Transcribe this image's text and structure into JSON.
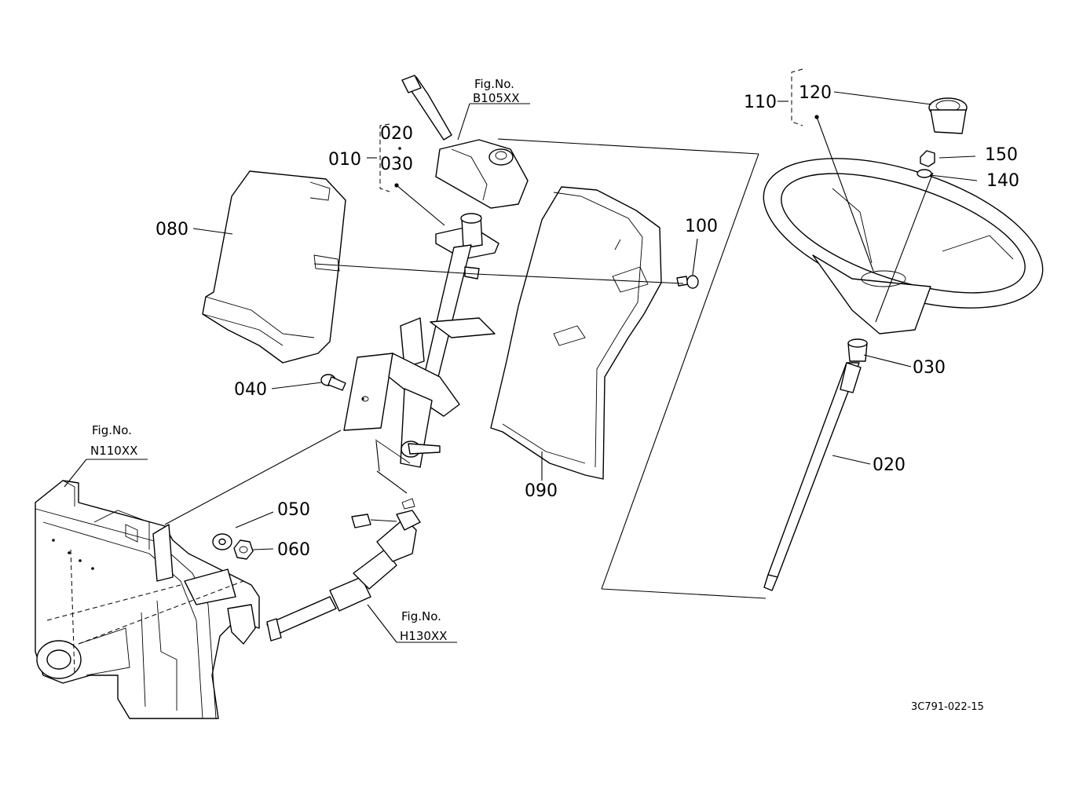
{
  "callouts": {
    "c010": "010",
    "c020a": "020",
    "c030a": "030",
    "c040": "040",
    "c050": "050",
    "c060": "060",
    "c080": "080",
    "c090": "090",
    "c100": "100",
    "c110": "110",
    "c120": "120",
    "c140": "140",
    "c150": "150",
    "c030b": "030",
    "c020b": "020"
  },
  "references": {
    "b105": {
      "label": "Fig.No.",
      "code": "B105XX"
    },
    "n110": {
      "label": "Fig.No.",
      "code": "N110XX"
    },
    "h130": {
      "label": "Fig.No.",
      "code": "H130XX"
    }
  },
  "drawing_code": "3C791-022-15"
}
